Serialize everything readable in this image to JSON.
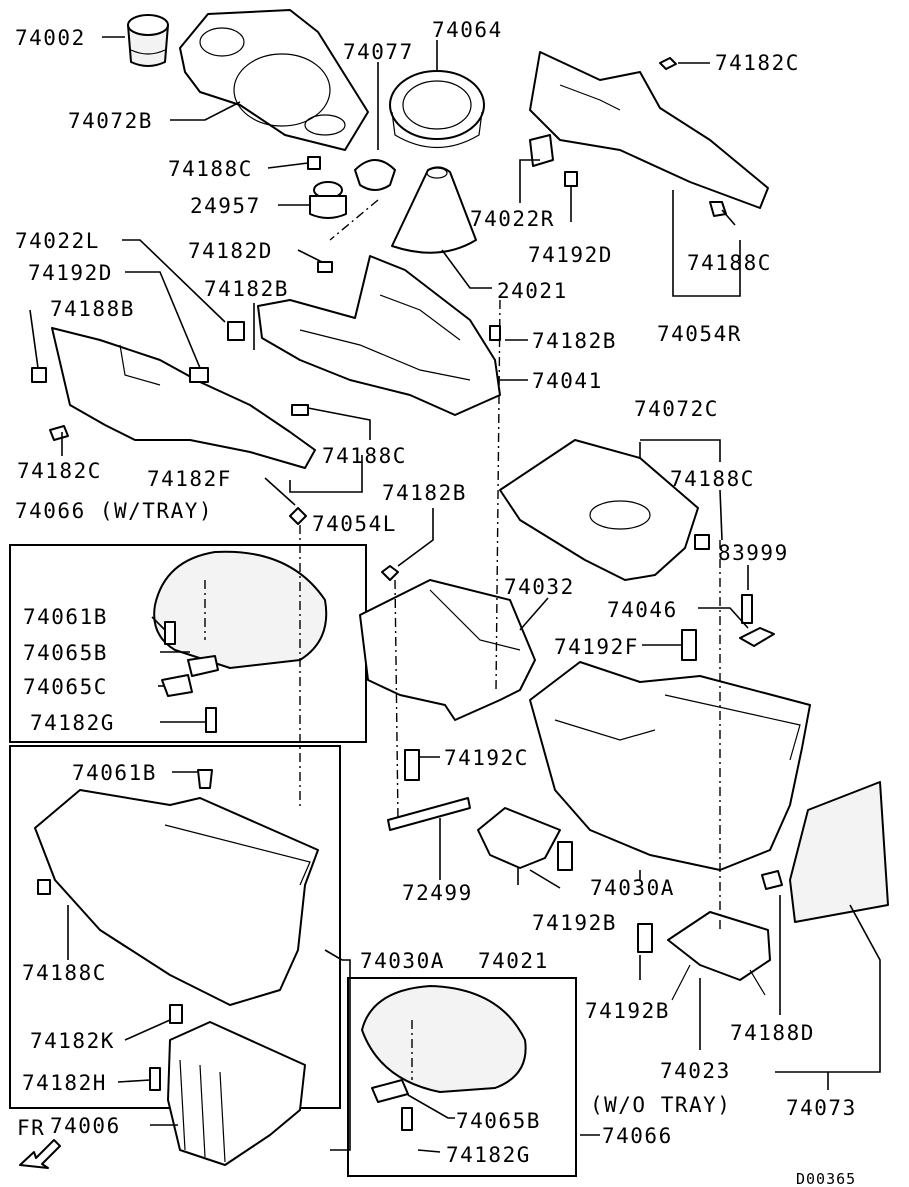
{
  "callouts": {
    "c74002": "74002",
    "c74064": "74064",
    "c74077": "74077",
    "c74182C_a": "74182C",
    "c74072B": "74072B",
    "c74188C_a": "74188C",
    "c24957": "24957",
    "c74022R": "74022R",
    "c74022L": "74022L",
    "c74182D": "74182D",
    "c74192D_a": "74192D",
    "c74192D_b": "74192D",
    "c74188C_b": "74188C",
    "c24021": "24021",
    "c74182B_a": "74182B",
    "c74188B": "74188B",
    "c74054R": "74054R",
    "c74182B_b": "74182B",
    "c74041": "74041",
    "c74072C": "74072C",
    "c74182C_b": "74182C",
    "c74188C_c": "74188C",
    "c74188C_d": "74188C",
    "c74182F": "74182F",
    "c74182B_c": "74182B",
    "c74066_tray": "74066 (W/TRAY)",
    "c74054L": "74054L",
    "c83999": "83999",
    "c74032": "74032",
    "c74046": "74046",
    "c74061B_a": "74061B",
    "c74192F": "74192F",
    "c74065B_a": "74065B",
    "c74065C": "74065C",
    "c74182G_a": "74182G",
    "c74061B_b": "74061B",
    "c74192C": "74192C",
    "c72499": "72499",
    "c74030A_a": "74030A",
    "c74188C_e": "74188C",
    "c74192B_a": "74192B",
    "c74030A_b": "74030A",
    "c74021": "74021",
    "c74192B_b": "74192B",
    "c74182K": "74182K",
    "c74188D": "74188D",
    "c74023": "74023",
    "c74182H": "74182H",
    "c74065B_b": "74065B",
    "c74006": "74006",
    "c74073": "74073",
    "c74066": "74066",
    "c74182G_b": "74182G",
    "wo_tray": "(W/O TRAY)",
    "fr": "FR",
    "ref_code": "D00365"
  }
}
